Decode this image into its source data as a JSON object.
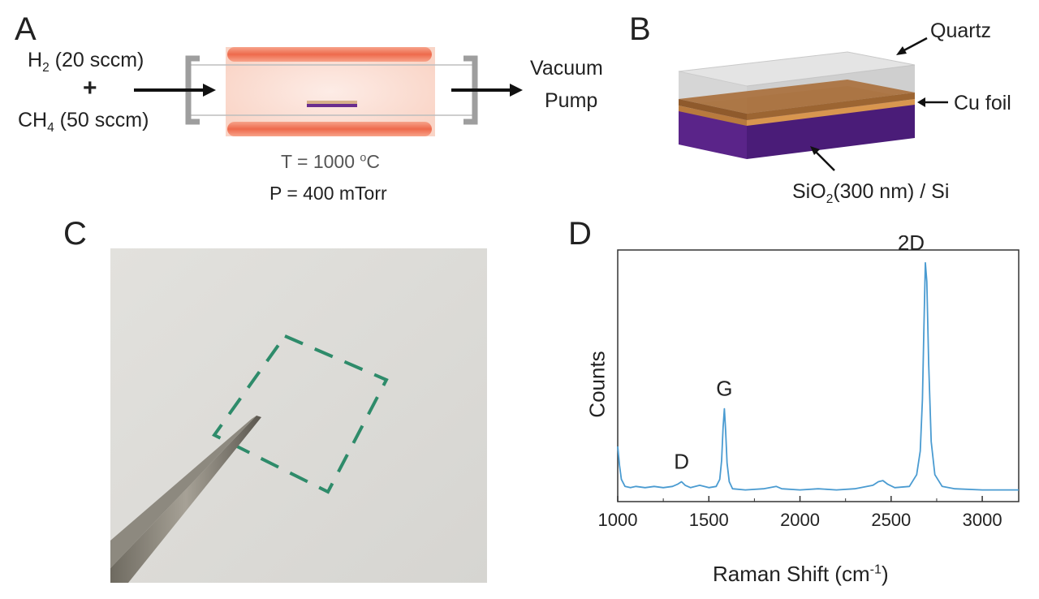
{
  "panels": {
    "a": "A",
    "b": "B",
    "c": "C",
    "d": "D"
  },
  "panel_a": {
    "h2_label": "H",
    "h2_sub": "2",
    "h2_flow": " (20 sccm)",
    "plus": "+",
    "ch4_label": "CH",
    "ch4_sub": "4",
    "ch4_flow": " (50 sccm)",
    "vacuum": "Vacuum",
    "pump": "Pump",
    "temperature_prefix": "T = 1000 ",
    "temperature_deg": "o",
    "temperature_unit": "C",
    "pressure": "P = 400 mTorr"
  },
  "panel_b": {
    "quartz": "Quartz",
    "cu_foil": "Cu foil",
    "substrate_prefix": "SiO",
    "substrate_sub": "2",
    "substrate_suffix": "(300 nm) / Si"
  },
  "panel_c": {},
  "chart_data": {
    "type": "line",
    "xlabel_prefix": "Raman Shift (cm",
    "xlabel_sup": "-1",
    "xlabel_suffix": ")",
    "ylabel": "Counts",
    "xlim": [
      1000,
      3200
    ],
    "xticks": [
      "1000",
      "1500",
      "2000",
      "2500",
      "3000"
    ],
    "xtick_values": [
      1000,
      1500,
      2000,
      2500,
      3000
    ],
    "peak_labels": [
      {
        "text": "D",
        "x": 1350
      },
      {
        "text": "G",
        "x": 1585
      },
      {
        "text": "2D",
        "x": 2690
      }
    ],
    "series": [
      {
        "x": [
          1000,
          1010,
          1020,
          1040,
          1070,
          1100,
          1150,
          1200,
          1250,
          1300,
          1330,
          1350,
          1370,
          1400,
          1450,
          1500,
          1540,
          1560,
          1570,
          1578,
          1585,
          1592,
          1600,
          1612,
          1630,
          1700,
          1800,
          1870,
          1900,
          2000,
          2100,
          2200,
          2300,
          2400,
          2430,
          2455,
          2480,
          2520,
          2600,
          2640,
          2660,
          2672,
          2680,
          2688,
          2696,
          2706,
          2720,
          2740,
          2780,
          2850,
          3000,
          3100,
          3200
        ],
        "y": [
          0.2,
          0.12,
          0.06,
          0.03,
          0.025,
          0.03,
          0.025,
          0.03,
          0.025,
          0.03,
          0.04,
          0.05,
          0.035,
          0.025,
          0.035,
          0.025,
          0.03,
          0.06,
          0.14,
          0.28,
          0.36,
          0.27,
          0.13,
          0.05,
          0.02,
          0.015,
          0.02,
          0.03,
          0.02,
          0.015,
          0.02,
          0.015,
          0.02,
          0.035,
          0.05,
          0.055,
          0.04,
          0.025,
          0.03,
          0.08,
          0.18,
          0.4,
          0.7,
          0.98,
          0.9,
          0.55,
          0.22,
          0.08,
          0.03,
          0.02,
          0.015,
          0.015,
          0.015
        ]
      }
    ]
  }
}
